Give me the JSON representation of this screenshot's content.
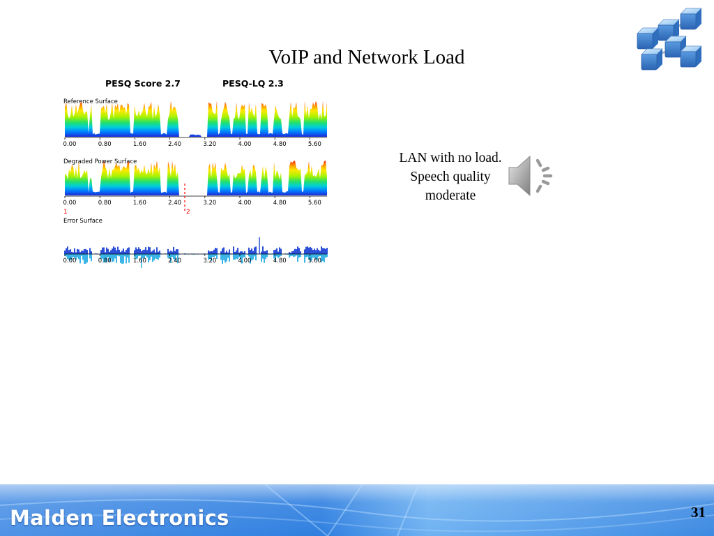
{
  "slide": {
    "title": "VoIP and Network Load",
    "caption_lines": [
      "LAN with no load.",
      "Speech quality",
      "moderate"
    ],
    "brand": "Malden Electronics",
    "page_number": "31"
  },
  "figure": {
    "pesq_score_label": "PESQ Score 2.7",
    "pesq_lq_label": "PESQ-LQ 2.3",
    "panels": [
      {
        "label": "Reference Surface"
      },
      {
        "label": "Degraded Power Surface"
      },
      {
        "label": "Error Surface"
      }
    ],
    "ticks": [
      "0.00",
      "0.80",
      "1.60",
      "2.40",
      "3.20",
      "4.00",
      "4.80",
      "5.60"
    ],
    "markers": [
      "1",
      "2"
    ]
  },
  "icons": {
    "logo": "network-cubes-icon",
    "speaker": "speaker-icon"
  },
  "colors": {
    "footer_blue": "#2e78d8",
    "marker_red": "#ff0000",
    "error_blue": "#2b4fd6",
    "error_cyan": "#3bb5e8"
  }
}
